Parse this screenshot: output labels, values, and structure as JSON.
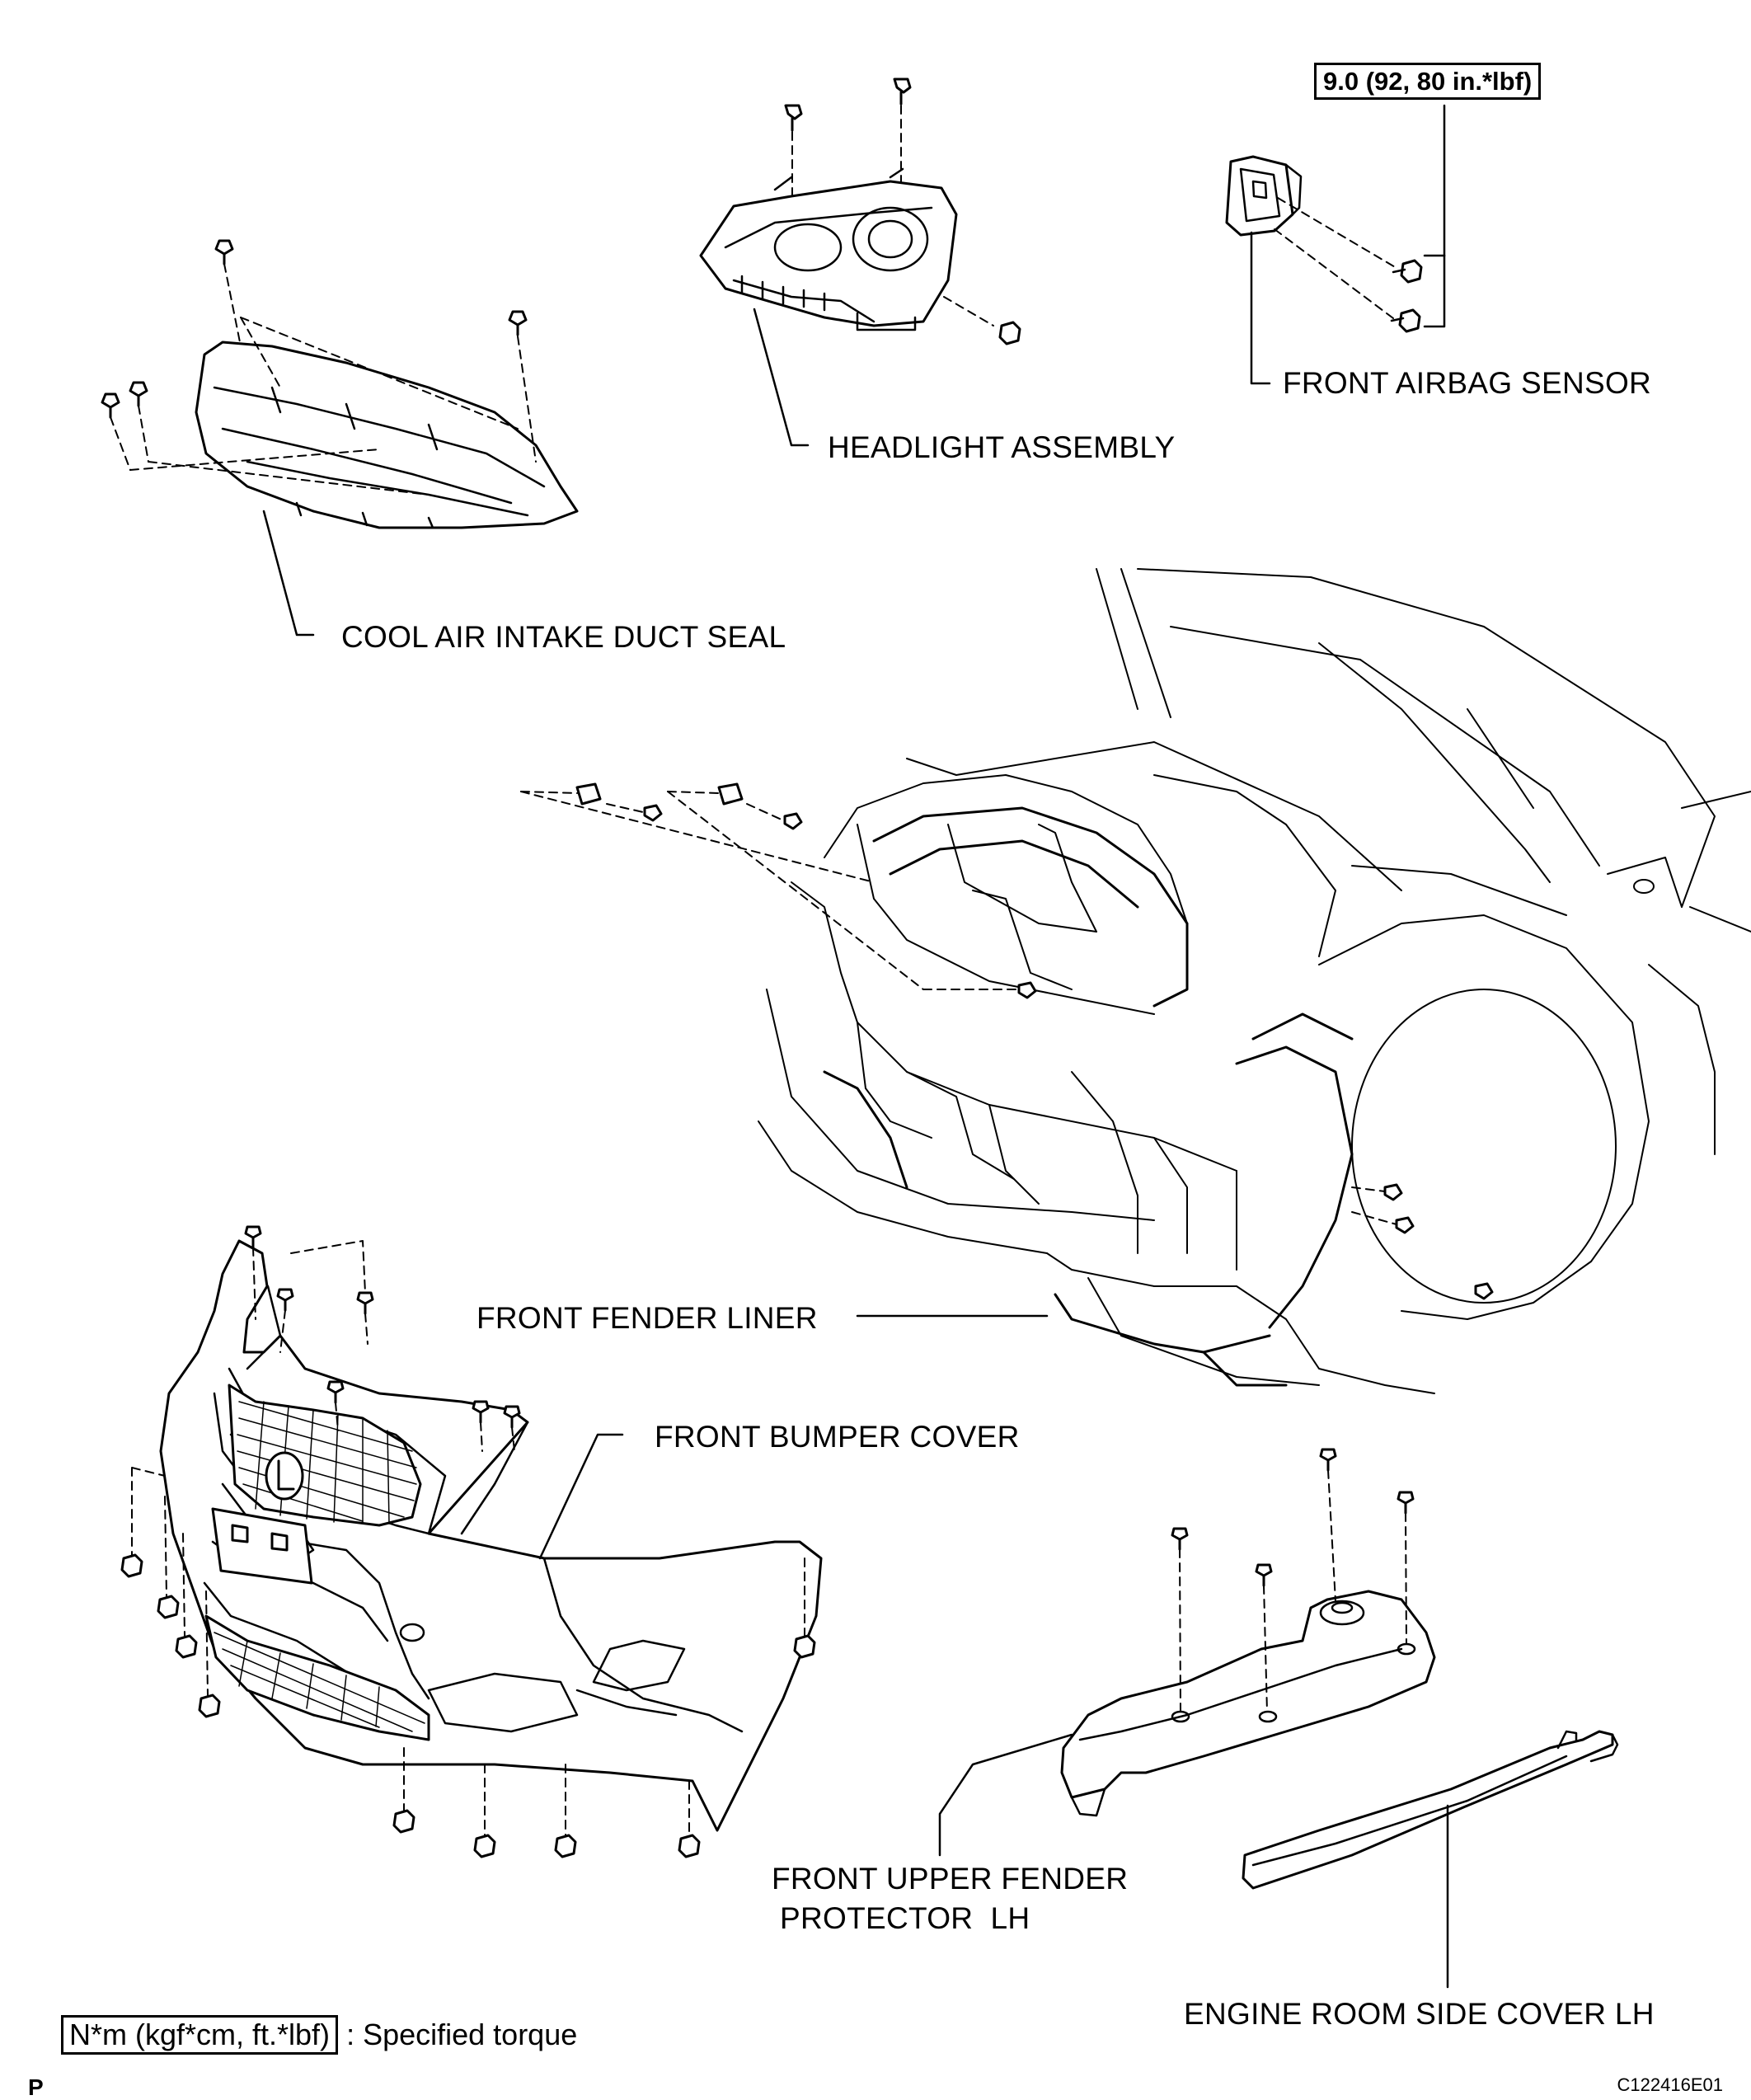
{
  "torque_spec": "9.0 (92, 80 in.*lbf)",
  "labels": {
    "front_airbag_sensor": "FRONT AIRBAG SENSOR",
    "headlight_assembly": "HEADLIGHT ASSEMBLY",
    "cool_air_intake_duct_seal": "COOL AIR INTAKE DUCT SEAL",
    "front_fender_liner": "FRONT FENDER LINER",
    "front_bumper_cover": "FRONT BUMPER COVER",
    "front_upper_fender_protector_line1": "FRONT UPPER FENDER",
    "front_upper_fender_protector_line2": "PROTECTOR  LH",
    "engine_room_side_cover": "ENGINE ROOM SIDE COVER LH"
  },
  "legend": {
    "unit_box": "N*m (kgf*cm, ft.*lbf)",
    "description": ": Specified torque"
  },
  "page_mark": "P",
  "figure_code": "C122416E01"
}
